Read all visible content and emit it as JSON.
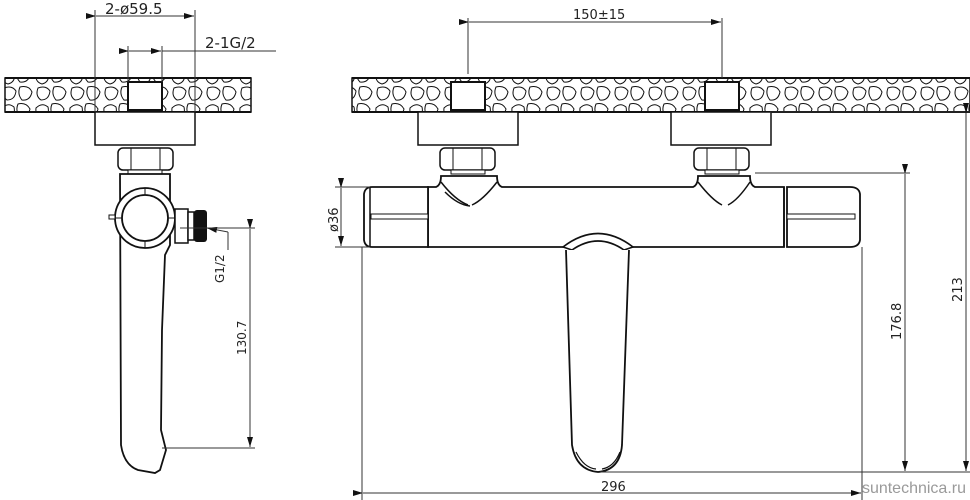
{
  "drawing": {
    "title": "Bath thermostatic mixer — technical drawing",
    "views": [
      "side-view",
      "front-view"
    ],
    "line_color": "#111111",
    "dim_color": "#333333"
  },
  "side_view": {
    "dims": {
      "flange_diameter": "2-ø59.5",
      "thread_inlet": "2-1G/2",
      "outlet_thread": "G1/2",
      "spout_drop": "130.7"
    }
  },
  "front_view": {
    "dims": {
      "inlet_spacing": "150±15",
      "body_diameter": "ø36",
      "total_width": "296",
      "spout_height": "176.8",
      "total_height": "213"
    }
  },
  "watermark": "suntechnica.ru"
}
